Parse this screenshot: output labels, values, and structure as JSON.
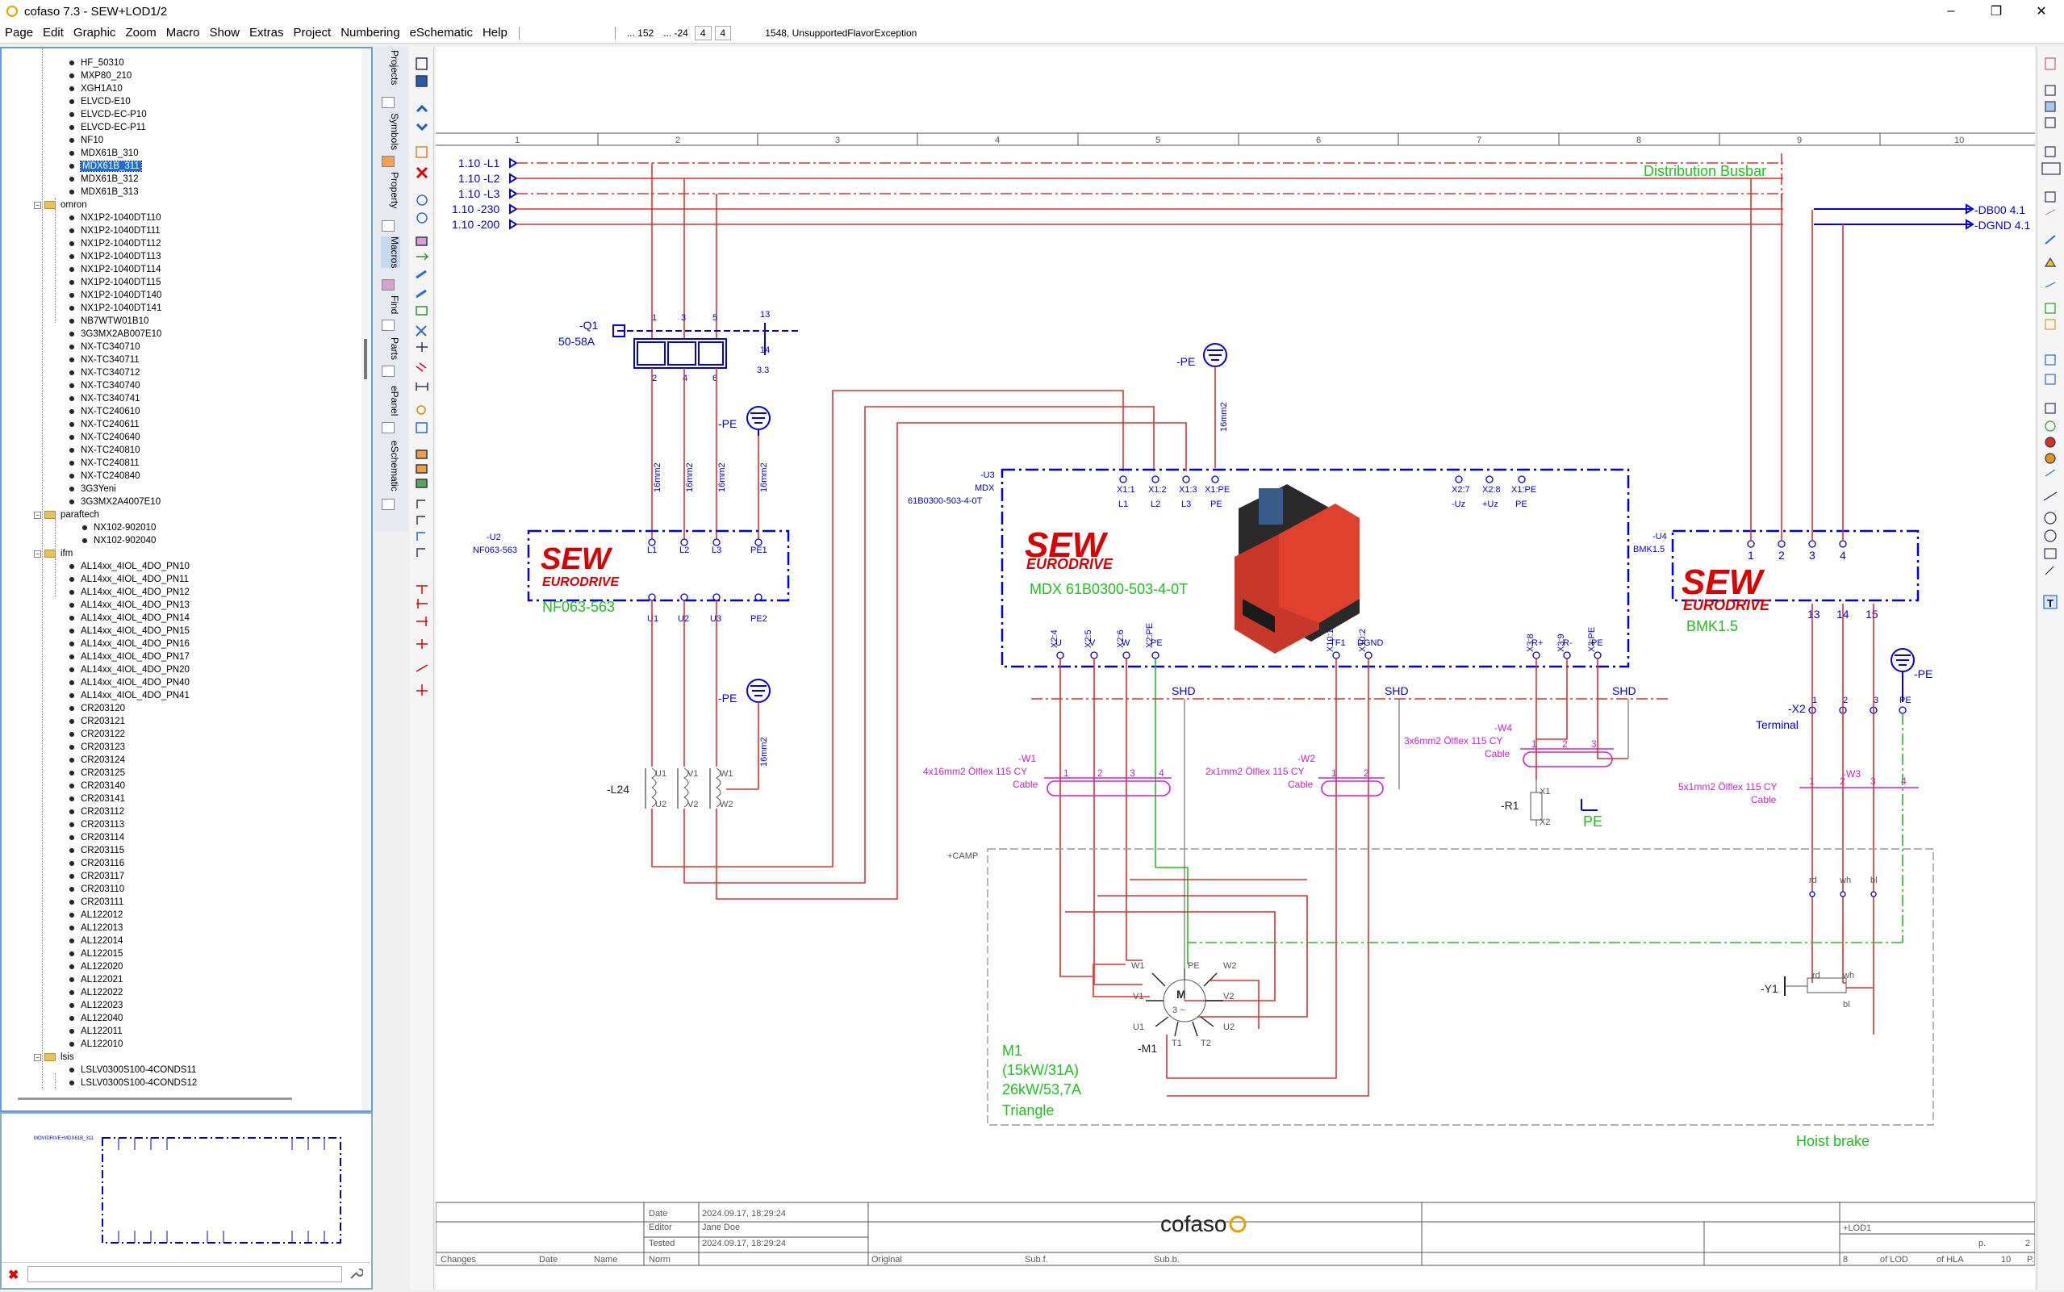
{
  "window": {
    "title": "cofaso 7.3 - SEW+LOD1/2",
    "controls": [
      "–",
      "❐",
      "✕"
    ]
  },
  "menu": {
    "items": [
      "Page",
      "Edit",
      "Graphic",
      "Zoom",
      "Macro",
      "Show",
      "Extras",
      "Project",
      "Numbering",
      "eSchematic",
      "Help"
    ],
    "coord_x": "... 152",
    "coord_y": "... -24",
    "grid_a": "4",
    "grid_b": "4",
    "status": "1548, UnsupportedFlavorException"
  },
  "tree": {
    "items": [
      {
        "label": "HF_50310",
        "level": 2
      },
      {
        "label": "MXP80_210",
        "level": 2
      },
      {
        "label": "XGH1A10",
        "level": 2
      },
      {
        "label": "ELVCD-E10",
        "level": 2
      },
      {
        "label": "ELVCD-EC-P10",
        "level": 2
      },
      {
        "label": "ELVCD-EC-P11",
        "level": 2
      },
      {
        "label": "NF10",
        "level": 2
      },
      {
        "label": "MDX61B_310",
        "level": 2
      },
      {
        "label": "MDX61B_311",
        "level": 2,
        "selected": true
      },
      {
        "label": "MDX61B_312",
        "level": 2
      },
      {
        "label": "MDX61B_313",
        "level": 2
      },
      {
        "label": "omron",
        "level": 1,
        "folder": true
      },
      {
        "label": "NX1P2-1040DT110",
        "level": 2
      },
      {
        "label": "NX1P2-1040DT111",
        "level": 2
      },
      {
        "label": "NX1P2-1040DT112",
        "level": 2
      },
      {
        "label": "NX1P2-1040DT113",
        "level": 2
      },
      {
        "label": "NX1P2-1040DT114",
        "level": 2
      },
      {
        "label": "NX1P2-1040DT115",
        "level": 2
      },
      {
        "label": "NX1P2-1040DT140",
        "level": 2
      },
      {
        "label": "NX1P2-1040DT141",
        "level": 2
      },
      {
        "label": "NB7WTW01B10",
        "level": 2
      },
      {
        "label": "3G3MX2AB007E10",
        "level": 2
      },
      {
        "label": "NX-TC340710",
        "level": 2
      },
      {
        "label": "NX-TC340711",
        "level": 2
      },
      {
        "label": "NX-TC340712",
        "level": 2
      },
      {
        "label": "NX-TC340740",
        "level": 2
      },
      {
        "label": "NX-TC340741",
        "level": 2
      },
      {
        "label": "NX-TC240610",
        "level": 2
      },
      {
        "label": "NX-TC240611",
        "level": 2
      },
      {
        "label": "NX-TC240640",
        "level": 2
      },
      {
        "label": "NX-TC240810",
        "level": 2
      },
      {
        "label": "NX-TC240811",
        "level": 2
      },
      {
        "label": "NX-TC240840",
        "level": 2
      },
      {
        "label": "3G3Yeni",
        "level": 2
      },
      {
        "label": "3G3MX2A4007E10",
        "level": 2
      },
      {
        "label": "paraftech",
        "level": 1,
        "folder": true
      },
      {
        "label": "NX102-902010",
        "level": 3
      },
      {
        "label": "NX102-902040",
        "level": 3
      },
      {
        "label": "ifm",
        "level": 1,
        "folder": true
      },
      {
        "label": "AL14xx_4IOL_4DO_PN10",
        "level": 2
      },
      {
        "label": "AL14xx_4IOL_4DO_PN11",
        "level": 2
      },
      {
        "label": "AL14xx_4IOL_4DO_PN12",
        "level": 2
      },
      {
        "label": "AL14xx_4IOL_4DO_PN13",
        "level": 2
      },
      {
        "label": "AL14xx_4IOL_4DO_PN14",
        "level": 2
      },
      {
        "label": "AL14xx_4IOL_4DO_PN15",
        "level": 2
      },
      {
        "label": "AL14xx_4IOL_4DO_PN16",
        "level": 2
      },
      {
        "label": "AL14xx_4IOL_4DO_PN17",
        "level": 2
      },
      {
        "label": "AL14xx_4IOL_4DO_PN20",
        "level": 2
      },
      {
        "label": "AL14xx_4IOL_4DO_PN40",
        "level": 2
      },
      {
        "label": "AL14xx_4IOL_4DO_PN41",
        "level": 2
      },
      {
        "label": "CR203120",
        "level": 2
      },
      {
        "label": "CR203121",
        "level": 2
      },
      {
        "label": "CR203122",
        "level": 2
      },
      {
        "label": "CR203123",
        "level": 2
      },
      {
        "label": "CR203124",
        "level": 2
      },
      {
        "label": "CR203125",
        "level": 2
      },
      {
        "label": "CR203140",
        "level": 2
      },
      {
        "label": "CR203141",
        "level": 2
      },
      {
        "label": "CR203112",
        "level": 2
      },
      {
        "label": "CR203113",
        "level": 2
      },
      {
        "label": "CR203114",
        "level": 2
      },
      {
        "label": "CR203115",
        "level": 2
      },
      {
        "label": "CR203116",
        "level": 2
      },
      {
        "label": "CR203117",
        "level": 2
      },
      {
        "label": "CR203110",
        "level": 2
      },
      {
        "label": "CR203111",
        "level": 2
      },
      {
        "label": "AL122012",
        "level": 2
      },
      {
        "label": "AL122013",
        "level": 2
      },
      {
        "label": "AL122014",
        "level": 2
      },
      {
        "label": "AL122015",
        "level": 2
      },
      {
        "label": "AL122020",
        "level": 2
      },
      {
        "label": "AL122021",
        "level": 2
      },
      {
        "label": "AL122022",
        "level": 2
      },
      {
        "label": "AL122023",
        "level": 2
      },
      {
        "label": "AL122040",
        "level": 2
      },
      {
        "label": "AL122011",
        "level": 2
      },
      {
        "label": "AL122010",
        "level": 2
      },
      {
        "label": "lsis",
        "level": 1,
        "folder": true
      },
      {
        "label": "LSLV0300S100-4CONDS11",
        "level": 2
      },
      {
        "label": "LSLV0300S100-4CONDS12",
        "level": 2
      }
    ]
  },
  "side_tabs": [
    "Projects",
    "Symbols",
    "Property",
    "Macros",
    "Find",
    "Parts",
    "ePanel",
    "eSchematic"
  ],
  "preview": {
    "caption": "MOVIDRIVE+MDX61B_311"
  },
  "schematic": {
    "columns": [
      "1",
      "2",
      "3",
      "4",
      "5",
      "6",
      "7",
      "8",
      "9",
      "10"
    ],
    "busbar_refs": [
      "1.10 -L1",
      "1.10 -L2",
      "1.10 -L3",
      "1.10 -230",
      "1.10 -200"
    ],
    "busbar_title": "Distribution Busbar",
    "db_refs": [
      "-DB00 4.1",
      "-DGND 4.1"
    ],
    "q1": {
      "ref": "-Q1",
      "type": "50-58A",
      "aux": "13",
      "aux2": "14",
      "aux_ref": "3.3",
      "pins_top": [
        "1",
        "3",
        "5"
      ],
      "pins_bottom": [
        "2",
        "4",
        "6"
      ]
    },
    "pe_labels": [
      "-PE",
      "-PE",
      "-PE",
      "-PE"
    ],
    "wire_section": "16mm2",
    "u2": {
      "ref": "-U2",
      "type": "NF063-563",
      "brand": "SEW",
      "brand2": "EURODRIVE",
      "name": "NF063-563",
      "pins_top": [
        "L1",
        "L2",
        "L3",
        "PE1"
      ],
      "pins_bottom": [
        "U1",
        "U2",
        "U3",
        "PE2"
      ]
    },
    "u3": {
      "ref": "-U3",
      "sub": "MDX",
      "type": "61B0300-503-4-0T",
      "brand": "SEW",
      "brand2": "EURODRIVE",
      "name": "MDX 61B0300-503-4-0T",
      "top_a": [
        "X1:1",
        "X1:2",
        "X1:3",
        "X1:PE"
      ],
      "top_a_sub": [
        "L1",
        "L2",
        "L3",
        "PE"
      ],
      "top_b": [
        "X2:7",
        "X2:8",
        "X1:PE"
      ],
      "top_b_sub": [
        "-Uz",
        "+Uz",
        "PE"
      ],
      "bot_a": [
        "X2:4",
        "X2:5",
        "X2:6",
        "X2:PE"
      ],
      "bot_a_sub": [
        "U",
        "V",
        "W",
        "PE"
      ],
      "bot_b": [
        "X10:1",
        "X10:2"
      ],
      "bot_b_sub": [
        "TF1",
        "DGND"
      ],
      "bot_c": [
        "X3:8",
        "X3:9",
        "X3:PE"
      ],
      "bot_c_sub": [
        "R+",
        "R-",
        "PE"
      ]
    },
    "u4": {
      "ref": "-U4",
      "ref2": "BMK1.5",
      "brand": "SEW",
      "brand2": "EURODRIVE",
      "name": "BMK1.5",
      "pins_top": [
        "1",
        "2",
        "3",
        "4"
      ],
      "pins_bottom": [
        "13",
        "14",
        "15"
      ]
    },
    "l24": {
      "ref": "-L24",
      "pins": [
        "U1",
        "V1",
        "W1",
        "U2",
        "V2",
        "W2"
      ]
    },
    "w1": {
      "ref": "-W1",
      "spec": "4x16mm2 Ölflex 115 CY",
      "kind": "Cable",
      "cores": [
        "1",
        "2",
        "3",
        "4"
      ]
    },
    "w2": {
      "ref": "-W2",
      "spec": "2x1mm2 Ölflex 115 CY",
      "kind": "Cable",
      "cores": [
        "1",
        "2"
      ]
    },
    "w3": {
      "ref": "-W3",
      "spec": "5x1mm2 Ölflex 115 CY",
      "kind": "Cable",
      "cores": [
        "1",
        "2",
        "3",
        "4"
      ]
    },
    "w4": {
      "ref": "-W4",
      "spec": "3x6mm2 Ölflex 115 CY",
      "kind": "Cable",
      "cores": [
        "1",
        "2",
        "3"
      ]
    },
    "shd": "SHD",
    "r1": {
      "ref": "-R1",
      "pins": [
        "X1",
        "X2"
      ],
      "pe": "PE"
    },
    "x2": {
      "ref": "-X2",
      "label": "Terminal",
      "pins": [
        "1",
        "2",
        "3",
        "PE"
      ]
    },
    "camp": "+CAMP",
    "m1": {
      "ref": "-M1",
      "name": "M1",
      "power1": "(15kW/31A)",
      "power2": "26kW/53,7A",
      "conn": "Triangle",
      "pins": [
        "W1",
        "PE",
        "W2",
        "V1",
        "V2",
        "U1",
        "U2",
        "T1",
        "T2"
      ],
      "symbol": "M",
      "phase": "3 ~"
    },
    "y1": {
      "ref": "-Y1",
      "colors": [
        "rd",
        "wh",
        "bl"
      ],
      "title": "Hoist brake"
    }
  },
  "titleblock": {
    "date_label": "Date",
    "date_val": "2024.09.17, 18:29:24",
    "editor_label": "Editor",
    "editor_val": "Jane Doe",
    "tested_label": "Tested",
    "tested_val": "2024.09.17, 18:29:24",
    "logo": "cofaso",
    "location": "+LOD1",
    "bottom": [
      "Changes",
      "Date",
      "Name",
      "Norm",
      "Original",
      "Sub.f.",
      "Sub.b."
    ],
    "page_label": "p.",
    "page_num": "2",
    "of_label": "of LOD",
    "of_val": "8",
    "hla_label": "of HLA",
    "p_label": "P.",
    "p_val": "10"
  },
  "colors": {
    "wire_red": "#e0302a",
    "blue": "#0000e0",
    "green": "#20c020",
    "magenta": "#d020d0",
    "sew_red": "#d80000",
    "selection": "#1a6fd8"
  }
}
